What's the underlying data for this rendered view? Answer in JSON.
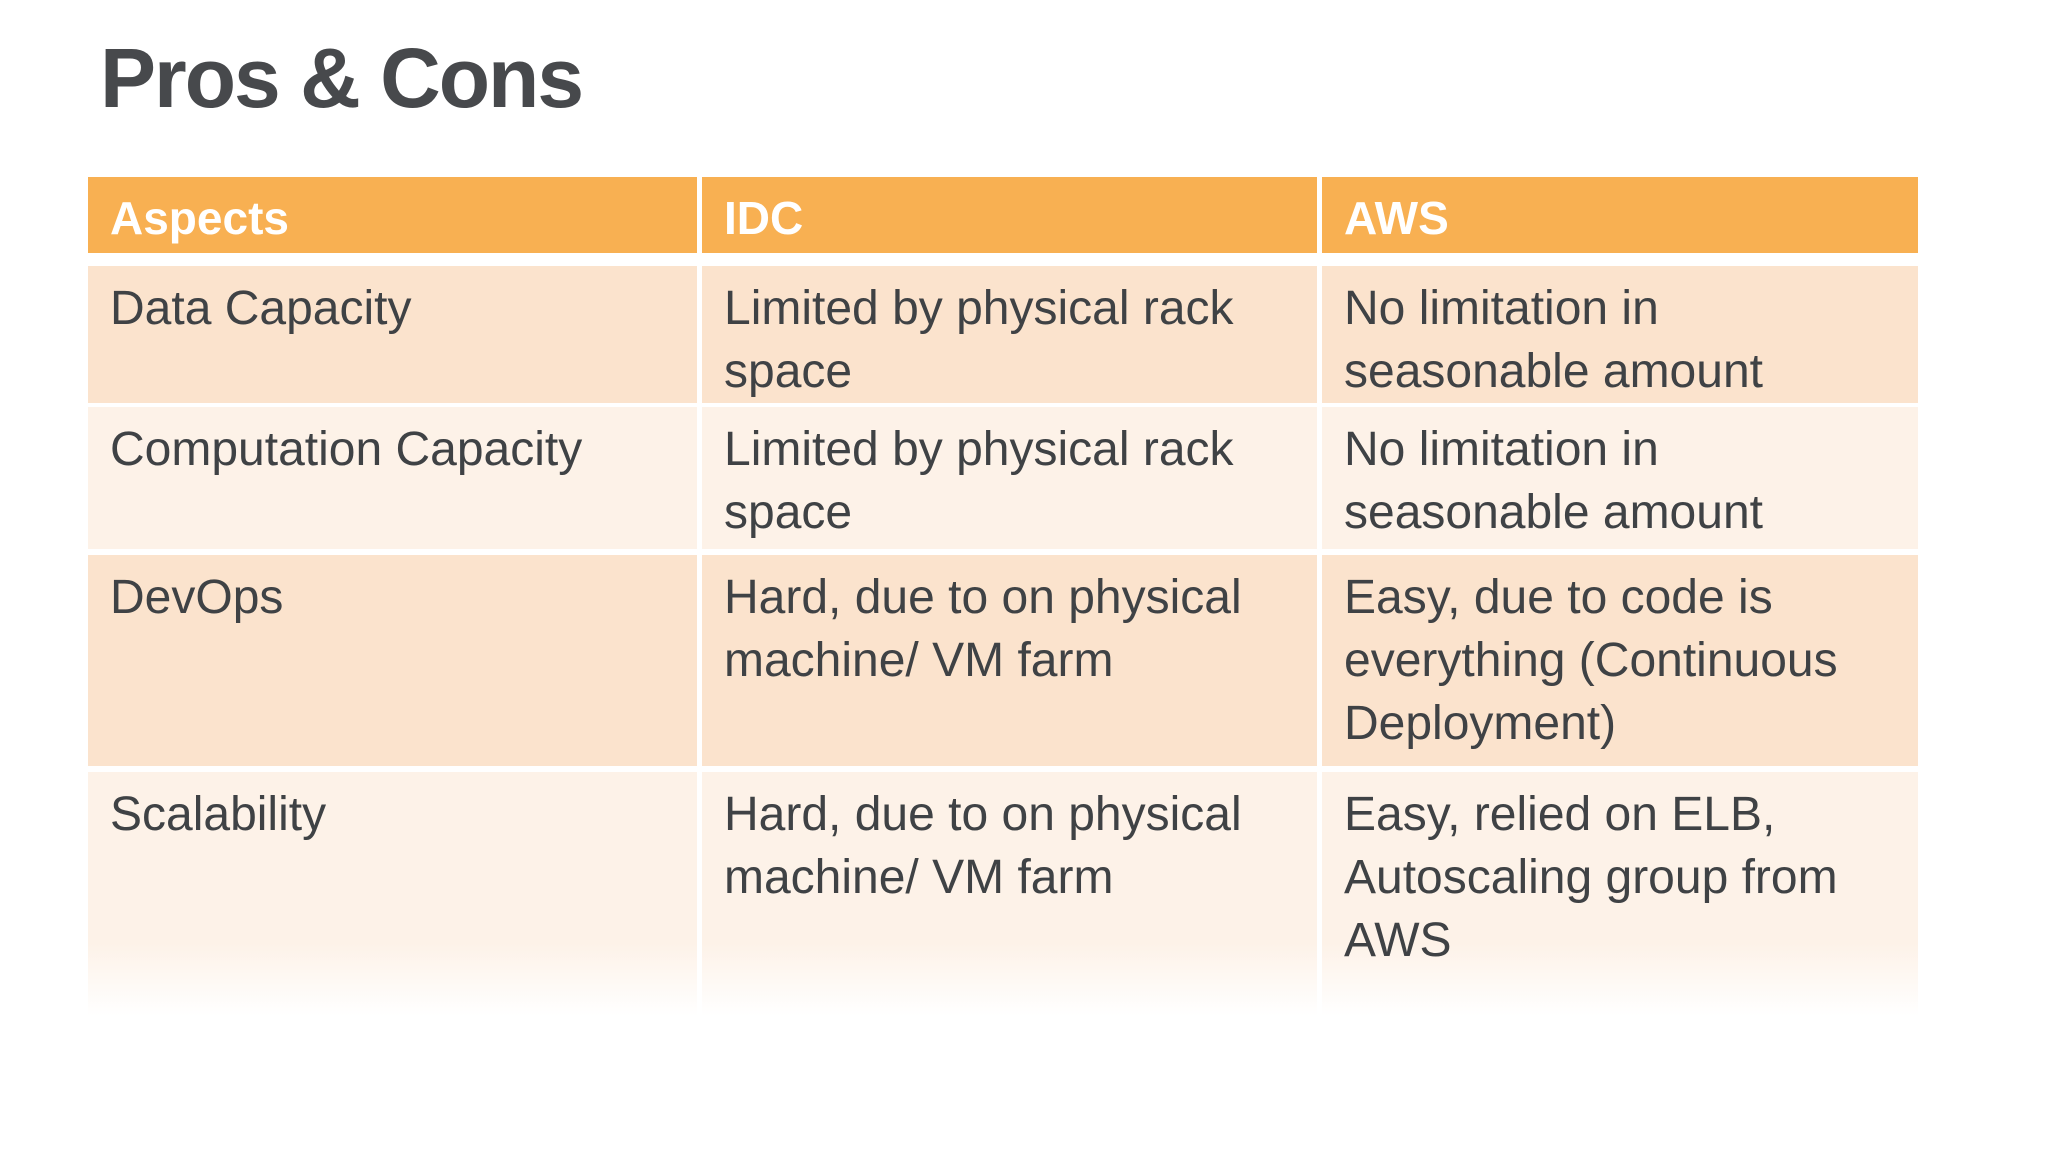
{
  "slide": {
    "title": "Pros & Cons",
    "table": {
      "headers": [
        "Aspects",
        "IDC",
        "AWS"
      ],
      "rows": [
        {
          "aspect": "Data Capacity",
          "idc": "Limited by physical rack space",
          "aws": "No limitation in seasonable amount"
        },
        {
          "aspect": "Computation Capacity",
          "idc": "Limited by physical rack space",
          "aws": "No limitation in seasonable amount"
        },
        {
          "aspect": "DevOps",
          "idc": "Hard, due to on physical machine/ VM farm",
          "aws": "Easy, due to code is everything (Continuous Deployment)"
        },
        {
          "aspect": "Scalability",
          "idc": "Hard, due to on physical machine/ VM farm",
          "aws": "Easy, relied on ELB, Autoscaling group from AWS"
        }
      ]
    },
    "colors": {
      "header_bg": "#F8B052",
      "row_odd_bg": "#FBE3CD",
      "row_even_bg": "#FDF2E8",
      "header_text": "#FFFFFF",
      "body_text": "#3F4245",
      "title_text": "#47494C"
    }
  }
}
